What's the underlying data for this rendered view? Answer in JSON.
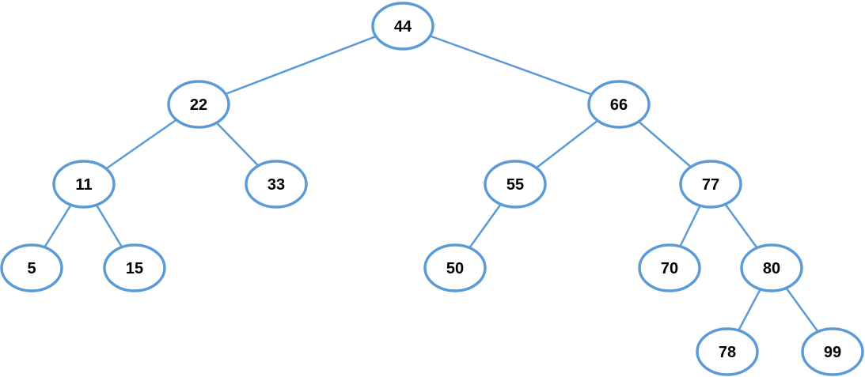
{
  "diagram": {
    "type": "binary-search-tree",
    "style": {
      "node_stroke_color": "#5B9BD5",
      "edge_color": "#5B9BD5",
      "node_fill_color": "#FFFFFF",
      "label_color": "#000000"
    },
    "nodes": [
      {
        "id": "n44",
        "label": "44"
      },
      {
        "id": "n22",
        "label": "22"
      },
      {
        "id": "n66",
        "label": "66"
      },
      {
        "id": "n11",
        "label": "11"
      },
      {
        "id": "n33",
        "label": "33"
      },
      {
        "id": "n55",
        "label": "55"
      },
      {
        "id": "n77",
        "label": "77"
      },
      {
        "id": "n5",
        "label": "5"
      },
      {
        "id": "n15",
        "label": "15"
      },
      {
        "id": "n50",
        "label": "50"
      },
      {
        "id": "n70",
        "label": "70"
      },
      {
        "id": "n80",
        "label": "80"
      },
      {
        "id": "n78",
        "label": "78"
      },
      {
        "id": "n99",
        "label": "99"
      }
    ],
    "edges": [
      {
        "from": "n44",
        "to": "n22"
      },
      {
        "from": "n44",
        "to": "n66"
      },
      {
        "from": "n22",
        "to": "n11"
      },
      {
        "from": "n22",
        "to": "n33"
      },
      {
        "from": "n66",
        "to": "n55"
      },
      {
        "from": "n66",
        "to": "n77"
      },
      {
        "from": "n11",
        "to": "n5"
      },
      {
        "from": "n11",
        "to": "n15"
      },
      {
        "from": "n55",
        "to": "n50"
      },
      {
        "from": "n77",
        "to": "n70"
      },
      {
        "from": "n77",
        "to": "n80"
      },
      {
        "from": "n80",
        "to": "n78"
      },
      {
        "from": "n80",
        "to": "n99"
      }
    ]
  }
}
